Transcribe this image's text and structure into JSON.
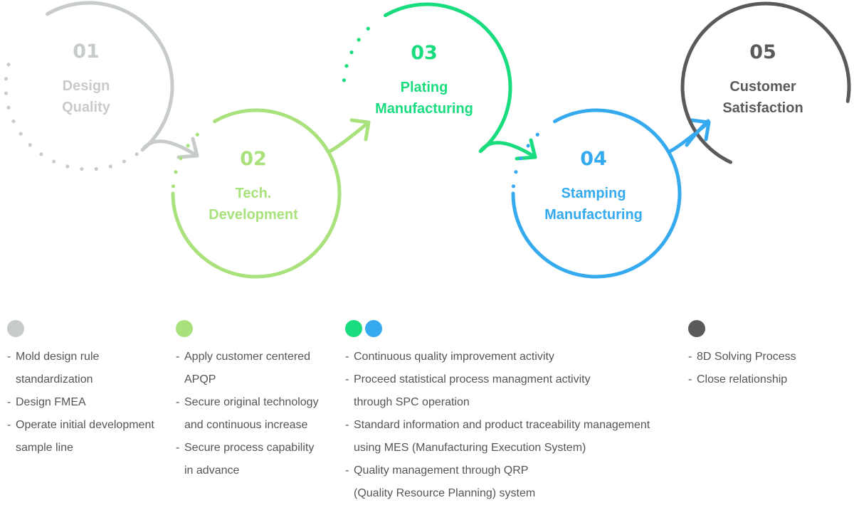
{
  "steps": [
    {
      "num": "01",
      "title_lines": [
        "Design",
        "Quality"
      ],
      "color": "#c8ccc9"
    },
    {
      "num": "02",
      "title_lines": [
        "Tech.",
        "Development"
      ],
      "color": "#a9e27c"
    },
    {
      "num": "03",
      "title_lines": [
        "Plating",
        "Manufacturing"
      ],
      "color": "#18dc7d"
    },
    {
      "num": "04",
      "title_lines": [
        "Stamping",
        "Manufacturing"
      ],
      "color": "#36aaef"
    },
    {
      "num": "05",
      "title_lines": [
        "Customer",
        "Satisfaction"
      ],
      "color": "#5a5a5a"
    }
  ],
  "columns": [
    {
      "dot_colors": [
        "#c8ccc9"
      ],
      "items": [
        {
          "lines": [
            "Mold design rule",
            "standardization"
          ]
        },
        {
          "lines": [
            "Design FMEA"
          ]
        },
        {
          "lines": [
            "Operate initial development",
            "sample line"
          ]
        }
      ]
    },
    {
      "dot_colors": [
        "#a9e27c"
      ],
      "items": [
        {
          "lines": [
            "Apply customer centered",
            "APQP"
          ]
        },
        {
          "lines": [
            "Secure original technology",
            "and continuous increase"
          ]
        },
        {
          "lines": [
            "Secure process capability",
            "in advance"
          ]
        }
      ]
    },
    {
      "dot_colors": [
        "#18dc7d",
        "#36aaef"
      ],
      "items": [
        {
          "lines": [
            "Continuous quality improvement activity"
          ]
        },
        {
          "lines": [
            "Proceed statistical process managment activity",
            "through SPC operation"
          ]
        },
        {
          "lines": [
            "Standard information and product traceability management",
            "using MES (Manufacturing Execution System)"
          ]
        },
        {
          "lines": [
            "Quality management through QRP",
            "(Quality Resource Planning) system"
          ]
        }
      ]
    },
    {
      "dot_colors": [
        "#5a5a5a"
      ],
      "items": [
        {
          "lines": [
            "8D Solving Process"
          ]
        },
        {
          "lines": [
            "Close relationship"
          ]
        }
      ]
    }
  ]
}
